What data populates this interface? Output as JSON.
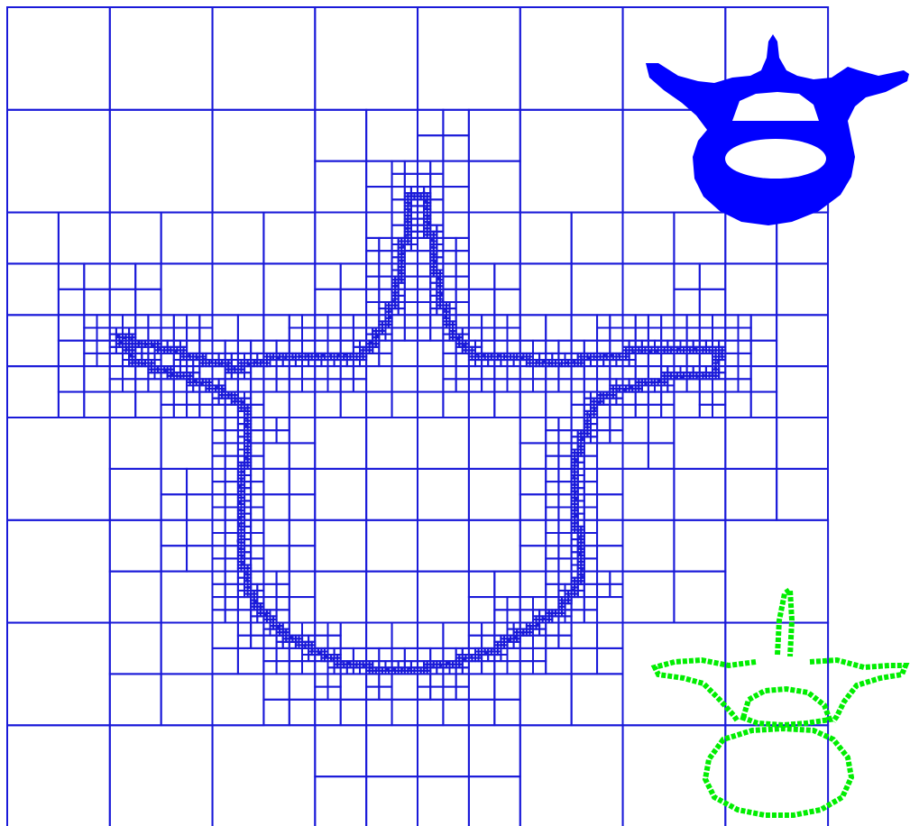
{
  "figure": {
    "kind": "adaptive quadtree decomposition of a vertebra cross-section",
    "colors": {
      "grid": "#1a1ad9",
      "solid_shape": "#0000ff",
      "boundary_shape": "#00ee00",
      "background": "#ffffff"
    },
    "insets": [
      {
        "name": "solid-vertebra",
        "style": "filled",
        "position": "top-right"
      },
      {
        "name": "boundary-vertebra",
        "style": "boundary pixels",
        "position": "bottom-right"
      }
    ]
  }
}
